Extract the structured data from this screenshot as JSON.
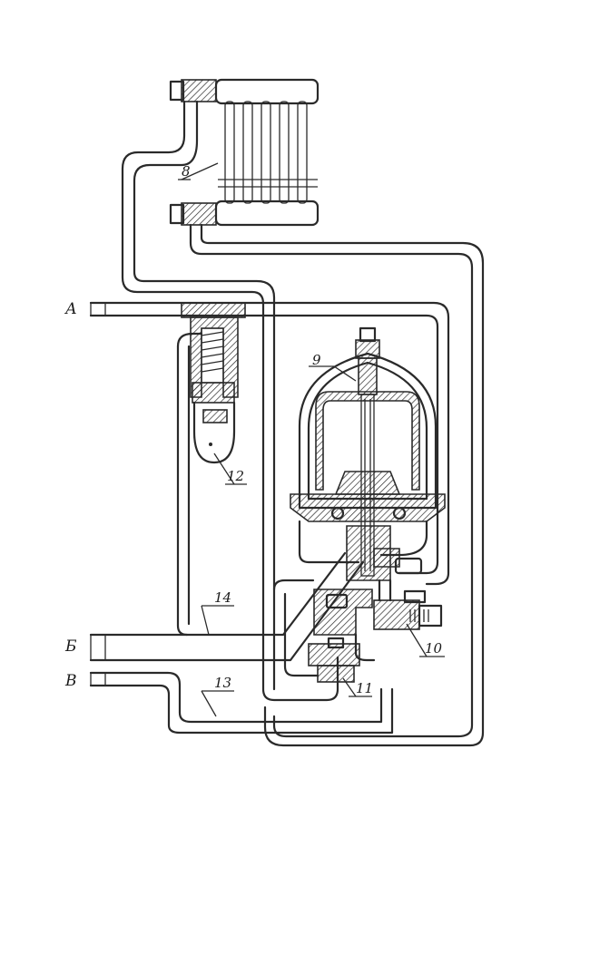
{
  "diagram": {
    "stroke_color": "#2a2a2a",
    "background_color": "#ffffff",
    "ports": {
      "a": "А",
      "b": "Б",
      "v": "В"
    },
    "callouts": {
      "n8": "8",
      "n9": "9",
      "n10": "10",
      "n11": "11",
      "n12": "12",
      "n13": "13",
      "n14": "14"
    }
  }
}
